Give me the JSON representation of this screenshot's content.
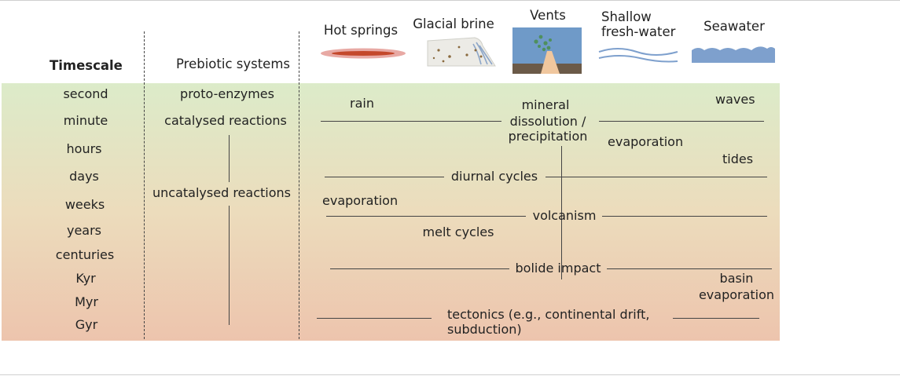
{
  "header": {
    "timescale": "Timescale",
    "prebiotic": "Prebiotic systems"
  },
  "environments": [
    {
      "label": "Hot springs",
      "icon": "hot-spring-icon"
    },
    {
      "label": "Glacial brine",
      "icon": "glacial-brine-icon"
    },
    {
      "label": "Vents",
      "icon": "vent-icon"
    },
    {
      "label_line1": "Shallow",
      "label_line2": "fresh-water",
      "icon": "fresh-water-icon"
    },
    {
      "label": "Seawater",
      "icon": "seawater-icon"
    }
  ],
  "timescales": [
    "second",
    "minute",
    "hours",
    "days",
    "weeks",
    "years",
    "centuries",
    "Kyr",
    "Myr",
    "Gyr"
  ],
  "prebiotic_systems": [
    "proto-enzymes",
    "catalysed reactions",
    "uncatalysed reactions"
  ],
  "processes": {
    "rain": "rain",
    "mineral_1": "mineral",
    "mineral_2": "dissolution /",
    "mineral_3": "precipitation",
    "waves": "waves",
    "evaporation_top": "evaporation",
    "tides": "tides",
    "diurnal": "diurnal cycles",
    "evaporation_mid": "evaporation",
    "volcanism": "volcanism",
    "melt": "melt cycles",
    "bolide": "bolide impact",
    "basin_1": "basin",
    "basin_2": "evaporation",
    "tectonics_1": "tectonics (e.g., continental drift,",
    "tectonics_2": "subduction)"
  },
  "colors": {
    "band_top": "#dcebc9",
    "band_bottom": "#edc4ad",
    "hot_spring_outer": "#e8a9a4",
    "hot_spring_inner": "#c4482b",
    "vent_water": "#6f9ac8",
    "vent_chimney": "#f0c79e",
    "seawater": "#7ea0cd"
  }
}
